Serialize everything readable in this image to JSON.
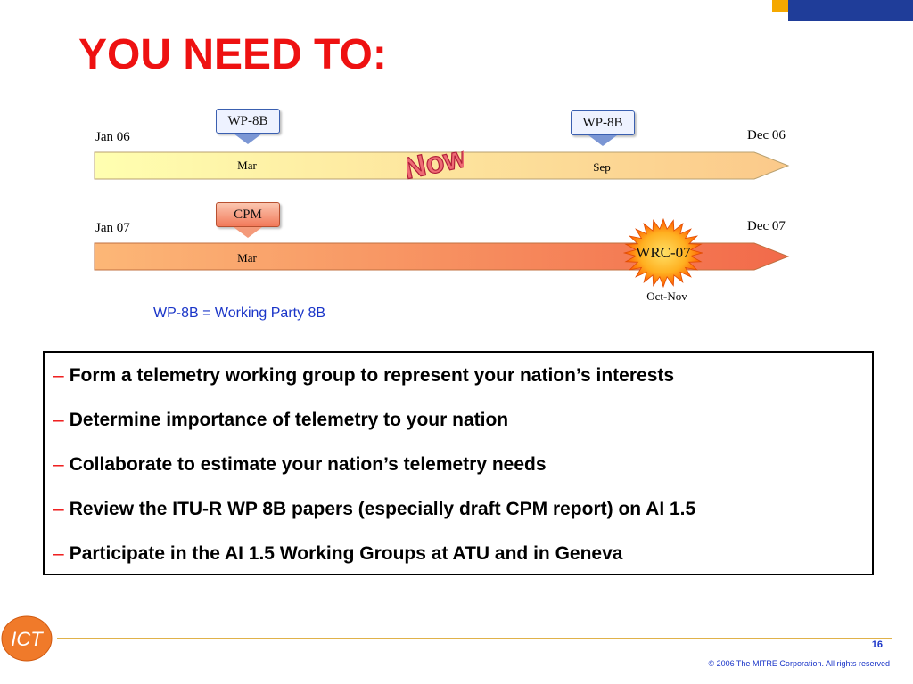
{
  "title": "YOU NEED TO:",
  "timeline": {
    "row1": {
      "start": "Jan 06",
      "end": "Dec 06",
      "marks": [
        "Mar",
        "Sep"
      ],
      "callouts": [
        "WP-8B",
        "WP-8B"
      ]
    },
    "row2": {
      "start": "Jan 07",
      "end": "Dec 07",
      "marks": [
        "Mar",
        "Oct-Nov"
      ],
      "callout": "CPM",
      "burst": "WRC-07"
    },
    "now_badge": "Now"
  },
  "legend": "WP-8B = Working Party 8B",
  "bullets": [
    {
      "dash": "–",
      "text": "Form a telemetry working group to represent your nation’s interests"
    },
    {
      "dash": "–",
      "text": "Determine importance of telemetry to your nation"
    },
    {
      "dash": "–",
      "text": "Collaborate to estimate your nation’s telemetry needs"
    },
    {
      "dash": "–",
      "text": "Review the ITU-R WP 8B papers (especially draft CPM report) on AI 1.5"
    },
    {
      "dash": "–",
      "text": "Participate in the AI 1.5 Working Groups at ATU and in Geneva"
    }
  ],
  "footer": {
    "page_number": "16",
    "copyright": "© 2006 The MITRE Corporation. All rights reserved",
    "logo_text": "ICT"
  },
  "colors": {
    "title_red": "#ee1111",
    "corner_blue": "#1f3d99",
    "corner_gold": "#f5a800",
    "legend_blue": "#1a35c8",
    "row1_bar": "#ffe9a0",
    "row2_bar": "#f59a50",
    "burst": "#ff8800"
  }
}
